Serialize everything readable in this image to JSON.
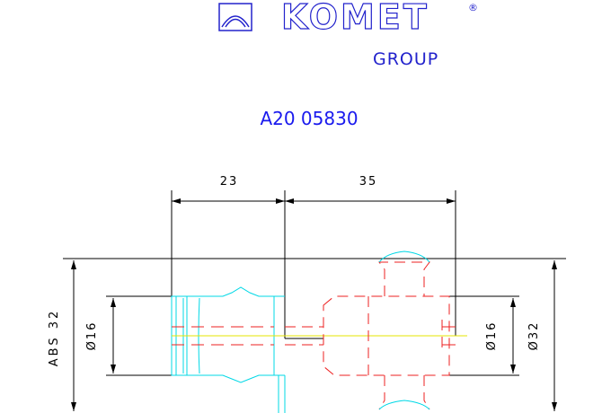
{
  "logo": {
    "brand": "KOMET",
    "registered": "®",
    "group": "GROUP"
  },
  "part_number": "A20 05830",
  "dimensions": {
    "top_left": "23",
    "top_right": "35",
    "abs": "ABS 32",
    "dia_left": "Ø16",
    "dia_right_inner": "Ø16",
    "dia_right_outer": "Ø32"
  },
  "colors": {
    "logo": "#2222cc",
    "part_number": "#1a1aee",
    "dimension_lines": "#000000",
    "left_part": "#00d8e6",
    "right_part": "#ee2222",
    "centerline": "#e6e600"
  }
}
